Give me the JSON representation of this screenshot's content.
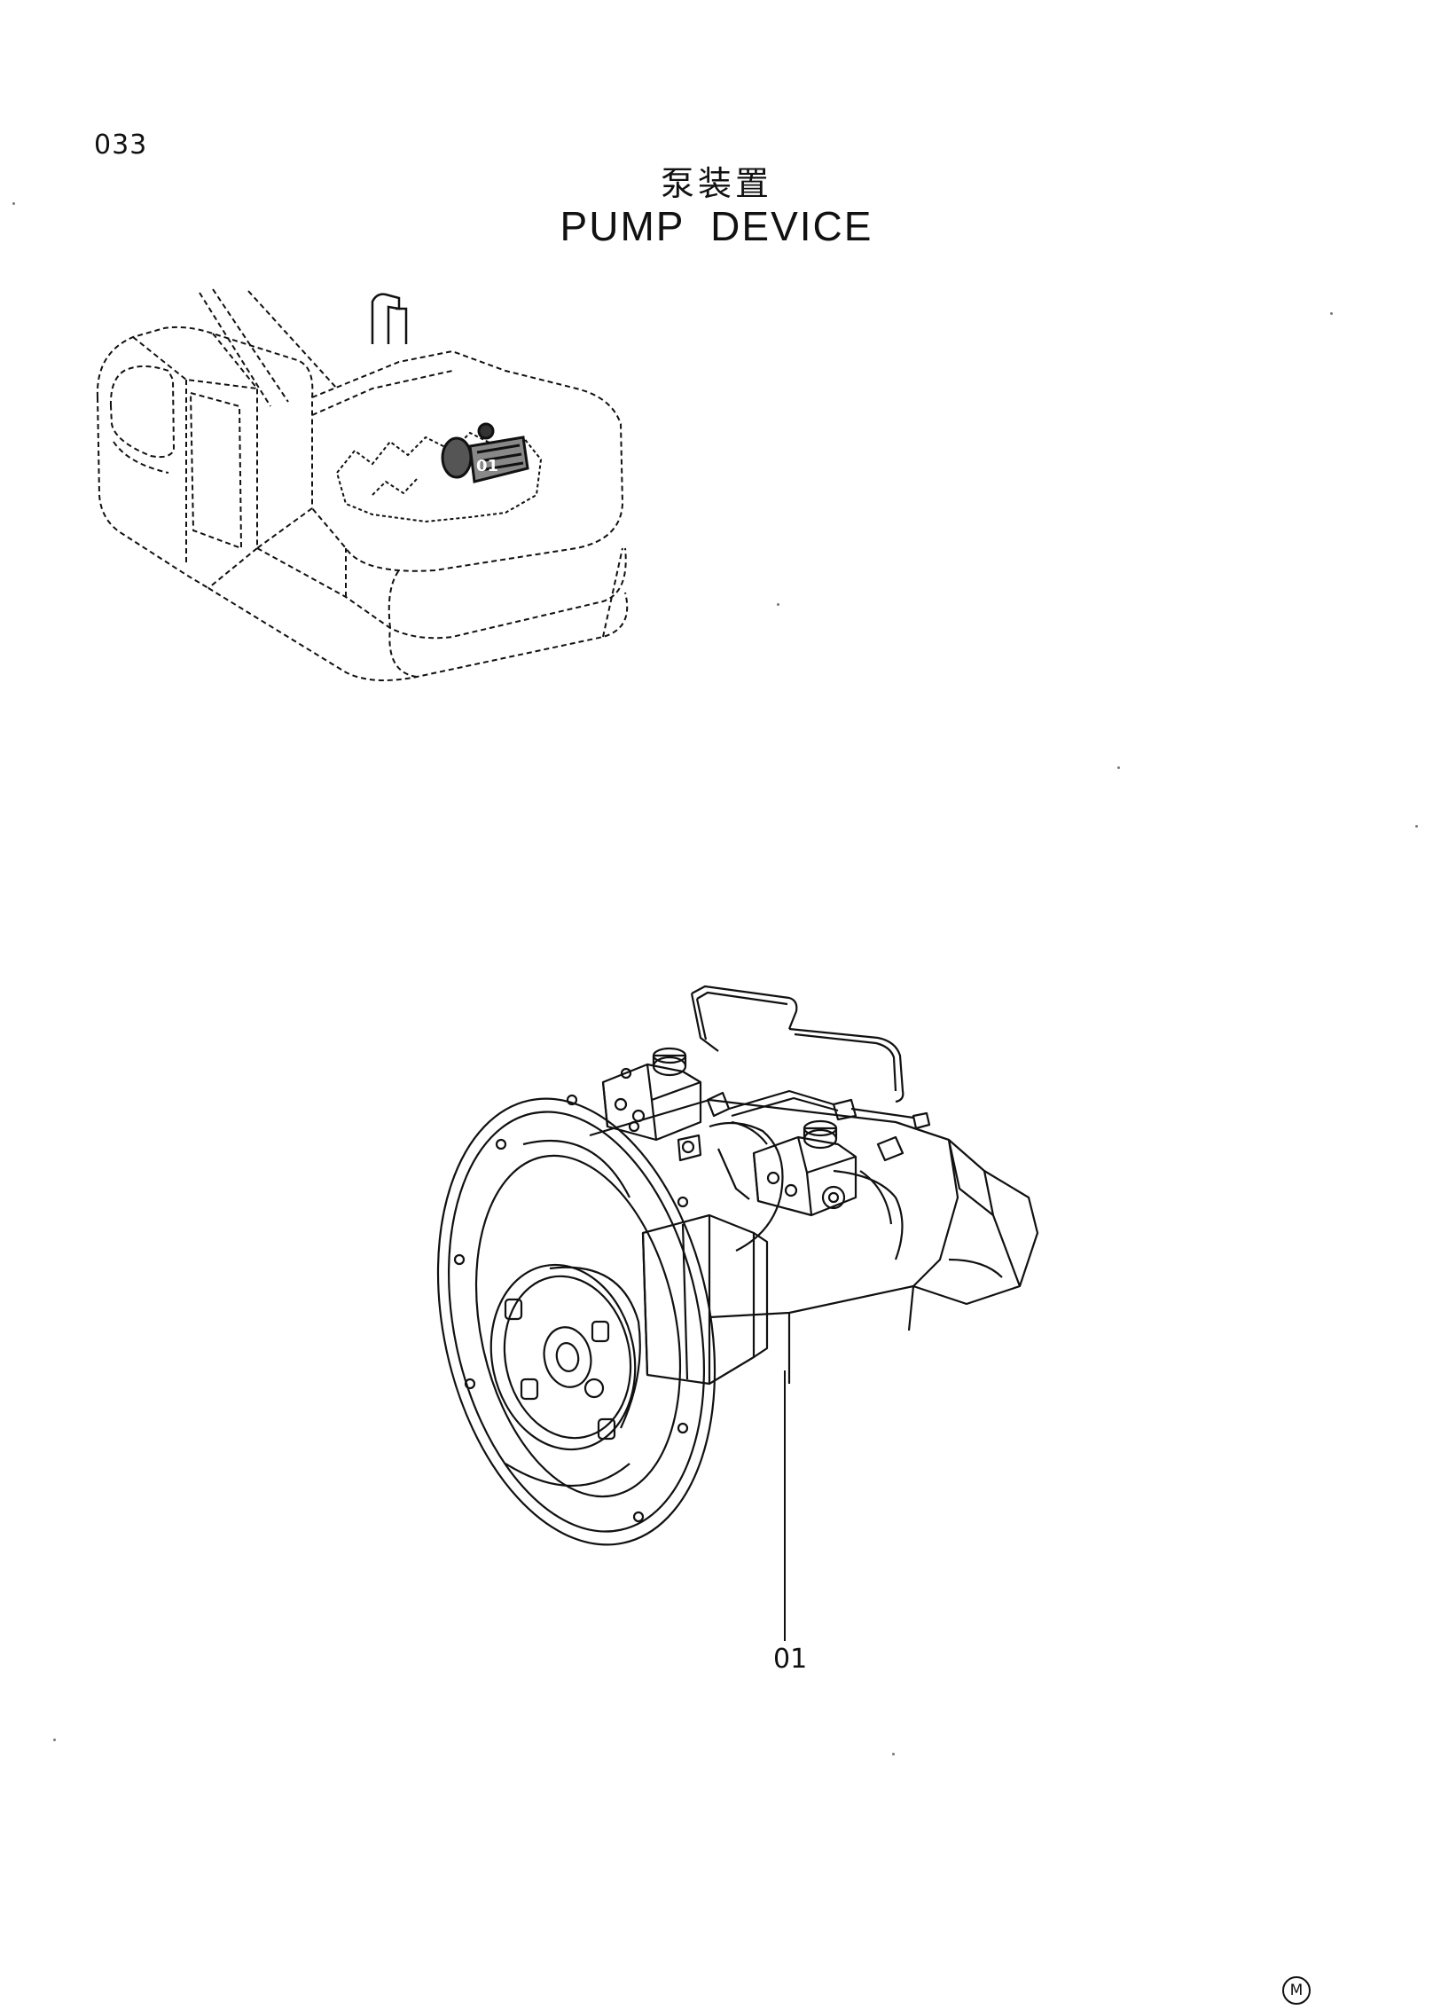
{
  "page": {
    "number": "033",
    "title_cn": "泵装置",
    "title_en": "PUMP  DEVICE",
    "mark": "M"
  },
  "callouts": [
    {
      "label": "01"
    }
  ],
  "colors": {
    "ink": "#111111",
    "paper": "#ffffff"
  }
}
